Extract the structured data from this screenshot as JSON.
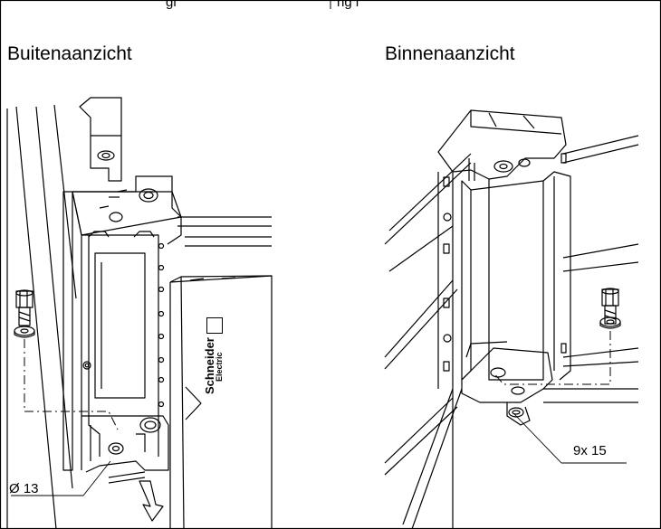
{
  "header": {
    "note_left": "gi",
    "note_right": "ng i"
  },
  "panels": {
    "left_title": "Buitenaanzicht",
    "right_title": "Binnenaanzicht"
  },
  "callouts": {
    "hole_diameter": "Ø 13",
    "slot_size": "9x 15"
  },
  "logo": {
    "brand": "Schneider",
    "sub": "Electric"
  }
}
